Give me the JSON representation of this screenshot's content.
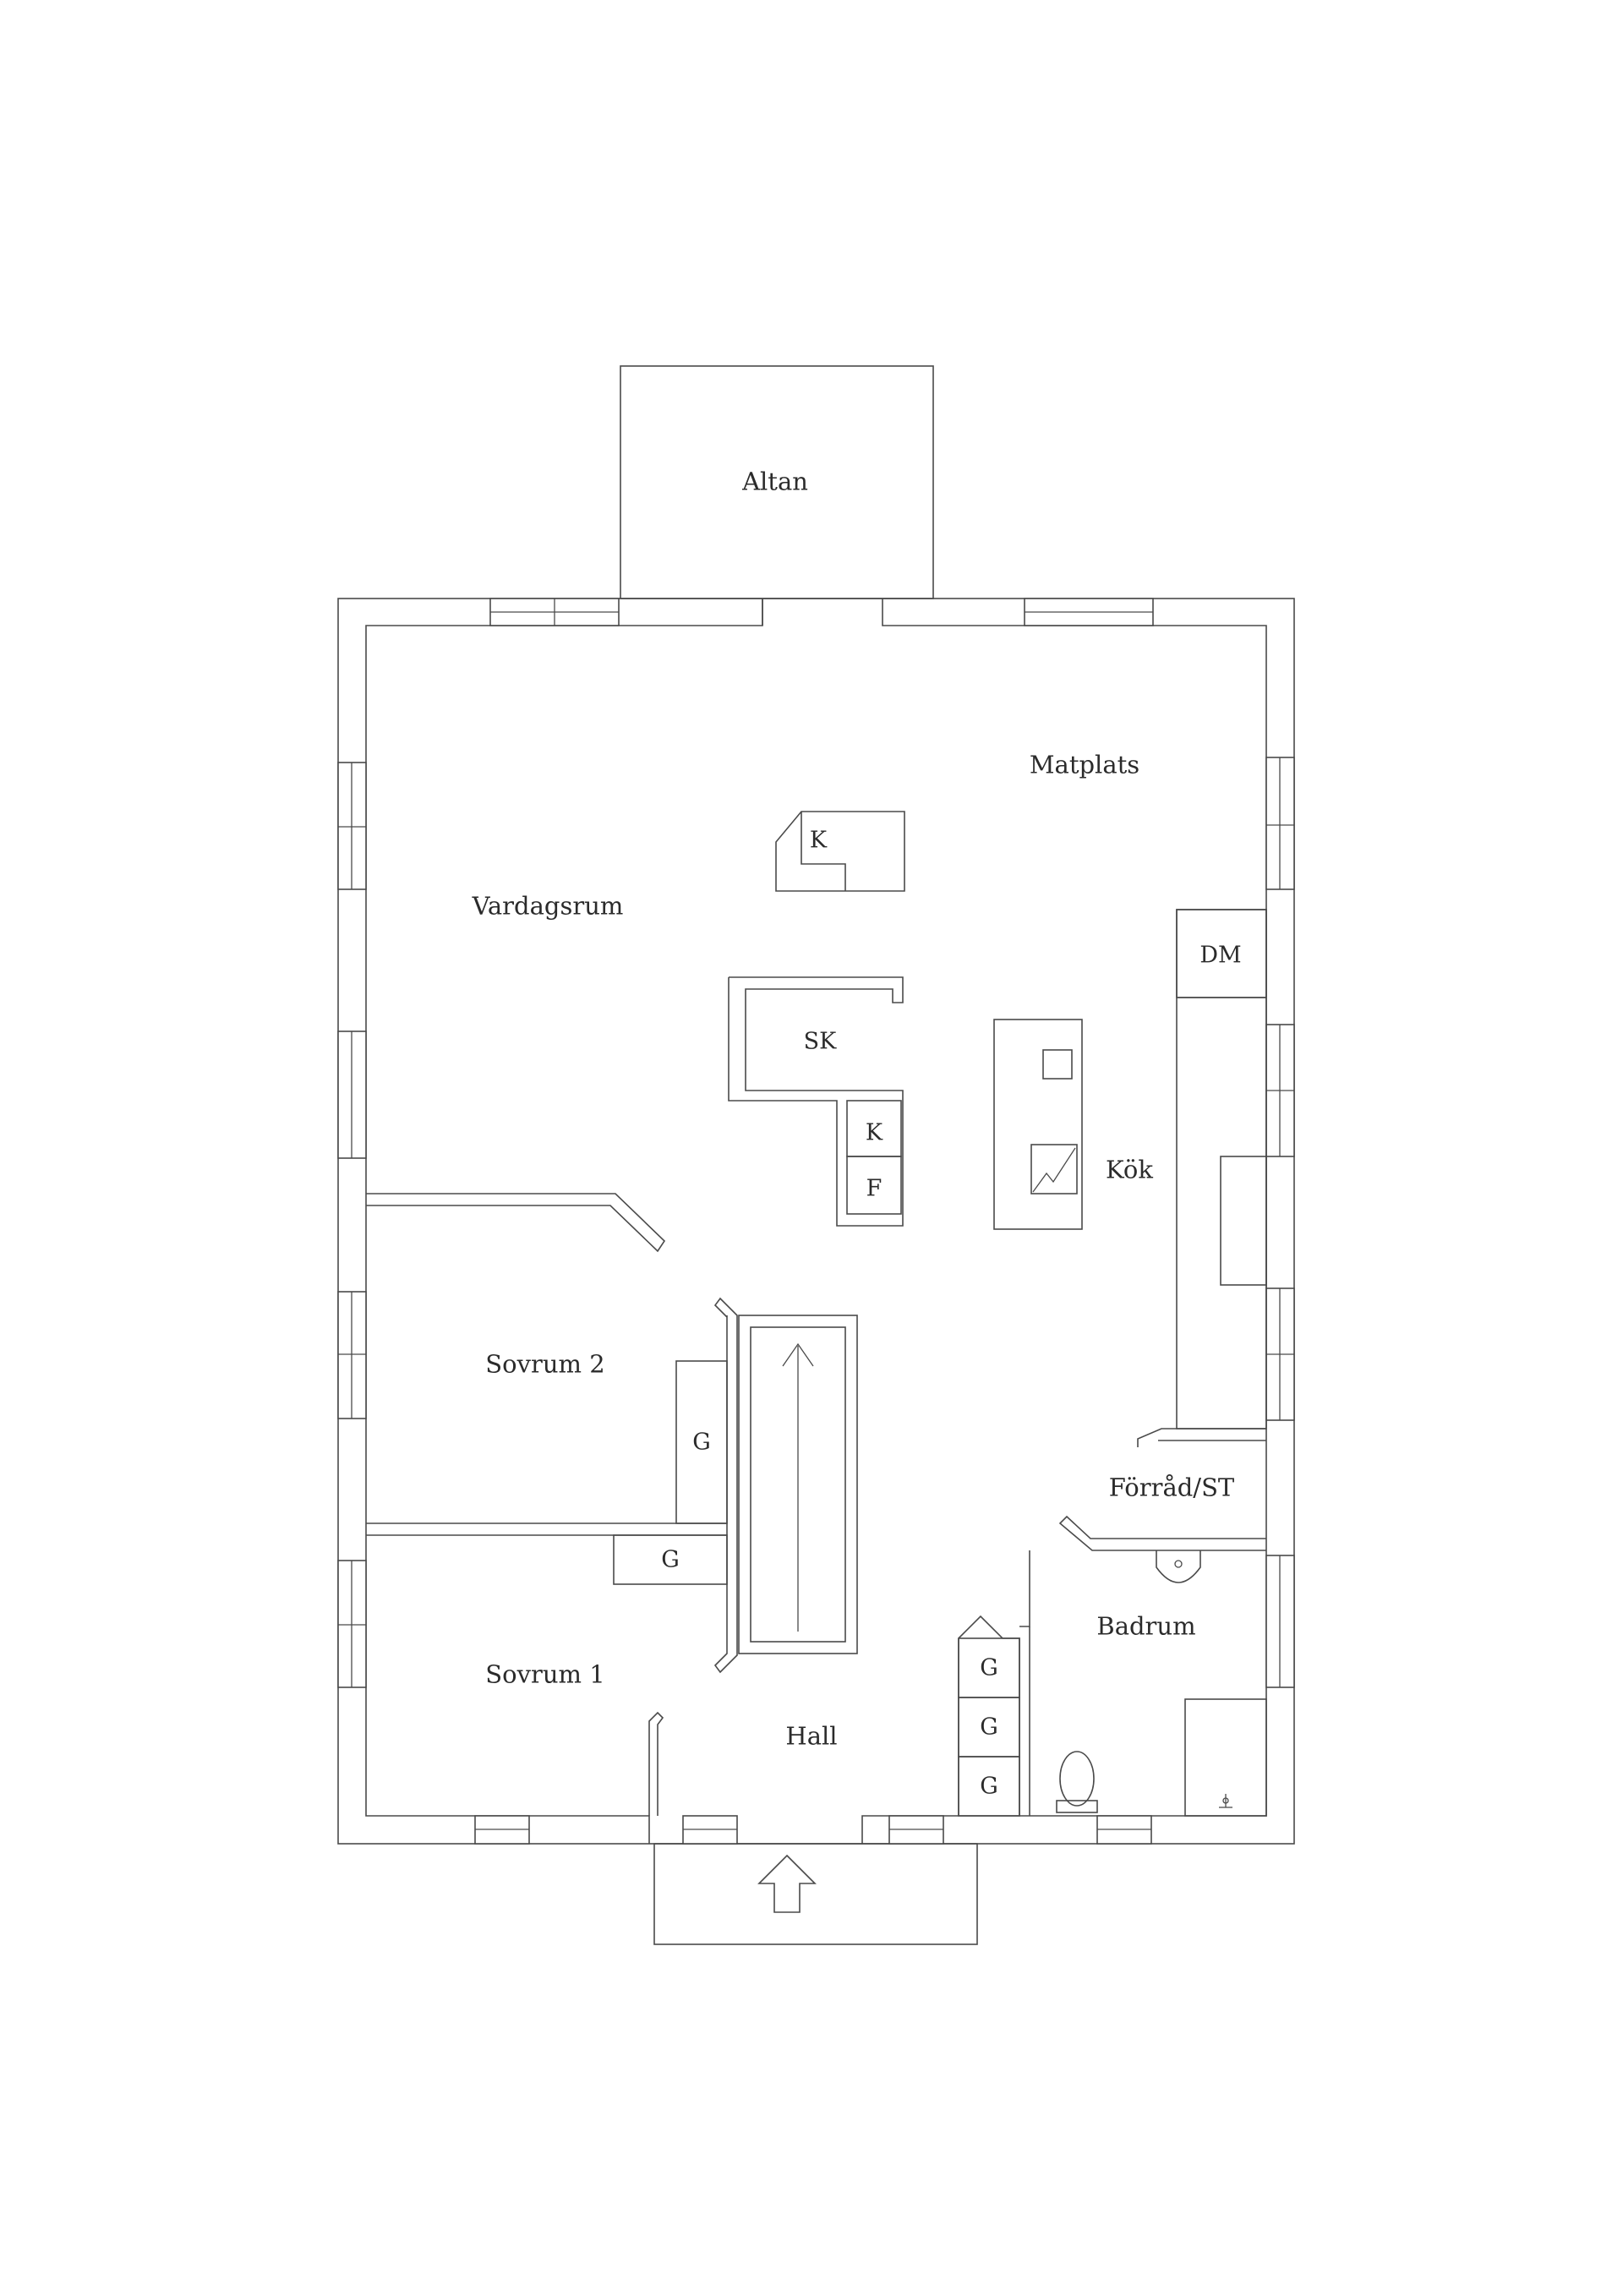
{
  "rooms": {
    "altan": "Altan",
    "matplats": "Matplats",
    "vardagsrum": "Vardagsrum",
    "kok": "Kök",
    "sovrum2": "Sovrum 2",
    "sovrum1": "Sovrum 1",
    "forrad": "Förråd/ST",
    "badrum": "Badrum",
    "hall": "Hall"
  },
  "fixtures": {
    "k_top": "K",
    "sk": "SK",
    "k_mid": "K",
    "f": "F",
    "dm": "DM",
    "g_sovrum2": "G",
    "g_sovrum1": "G",
    "g_hall_1": "G",
    "g_hall_2": "G",
    "g_hall_3": "G"
  },
  "icons": [
    "entrance-arrow-icon",
    "stair-arrow-icon",
    "stove-icon",
    "sink-icon",
    "toilet-icon",
    "washbasin-icon",
    "shower-icon"
  ]
}
